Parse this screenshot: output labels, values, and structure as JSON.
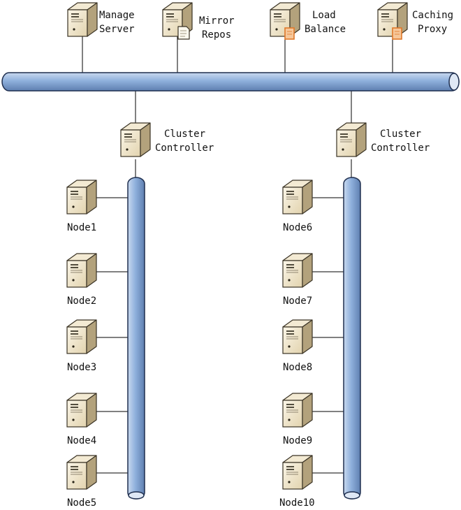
{
  "colors": {
    "bus_fill": "#8fb0dc",
    "bus_stroke": "#1f2f4f",
    "server_body": "#e8dcc0",
    "server_front": "#f6efdc",
    "server_side": "#b3a27c",
    "drive_accent": "#e0782a"
  },
  "top_servers": [
    {
      "line1": "Manage",
      "line2": "Server",
      "icon": "server-icon"
    },
    {
      "line1": "Mirror",
      "line2": "Repos",
      "icon": "server-with-document-icon"
    },
    {
      "line1": "Load",
      "line2": "Balance",
      "icon": "server-with-orange-panel-icon"
    },
    {
      "line1": "Caching",
      "line2": "Proxy",
      "icon": "server-with-orange-panel-icon"
    }
  ],
  "clusters": [
    {
      "controller": {
        "line1": "Cluster",
        "line2": "Controller",
        "icon": "server-icon"
      },
      "nodes": [
        "Node1",
        "Node2",
        "Node3",
        "Node4",
        "Node5"
      ]
    },
    {
      "controller": {
        "line1": "Cluster",
        "line2": "Controller",
        "icon": "server-icon"
      },
      "nodes": [
        "Node6",
        "Node7",
        "Node8",
        "Node9",
        "Node10"
      ]
    }
  ]
}
